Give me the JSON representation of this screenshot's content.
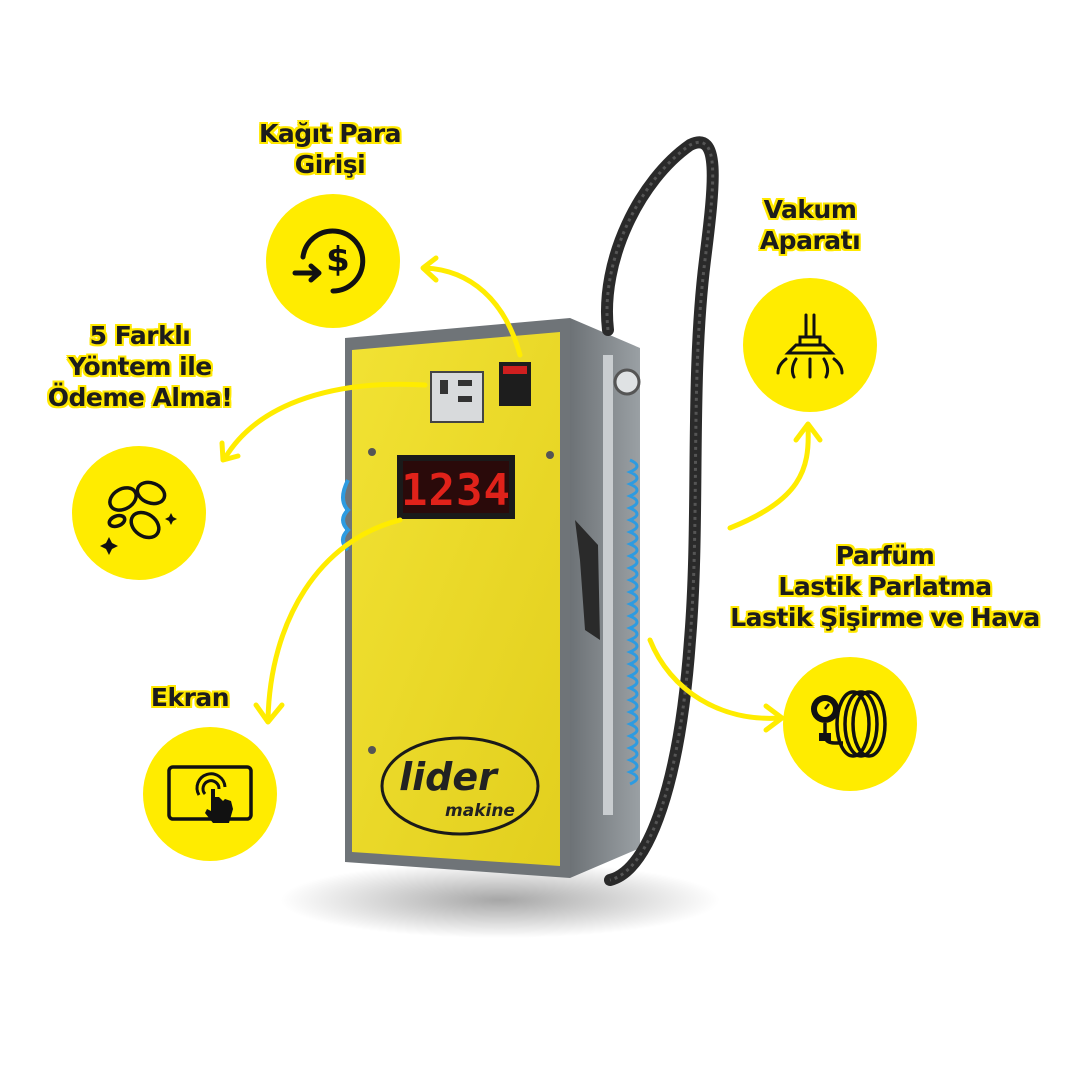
{
  "features": {
    "cash": {
      "line1": "Kağıt Para",
      "line2": "Girişi",
      "icon": "cash-insert-icon"
    },
    "payment": {
      "line1": "5 Farklı",
      "line2": "Yöntem ile",
      "line3": "Ödeme Alma!",
      "icon": "coins-icon"
    },
    "screen": {
      "line1": "Ekran",
      "icon": "touch-screen-icon"
    },
    "vacuum": {
      "line1": "Vakum",
      "line2": "Aparatı",
      "icon": "vacuum-nozzle-icon"
    },
    "extras": {
      "line1": "Parfüm",
      "line2": "Lastik Parlatma",
      "line3": "Lastik Şişirme ve Hava",
      "icon": "tire-pressure-icon"
    }
  },
  "machine": {
    "display_value": "1234",
    "brand": "lider",
    "brand_sub": "makine"
  },
  "colors": {
    "accent_yellow": "#ffec00",
    "panel_yellow": "#eddc2a",
    "cabinet_gray": "#7b8084",
    "display_red": "#e0221a",
    "hose_dark": "#2a2a2a",
    "coil_blue": "#2e9be0"
  }
}
